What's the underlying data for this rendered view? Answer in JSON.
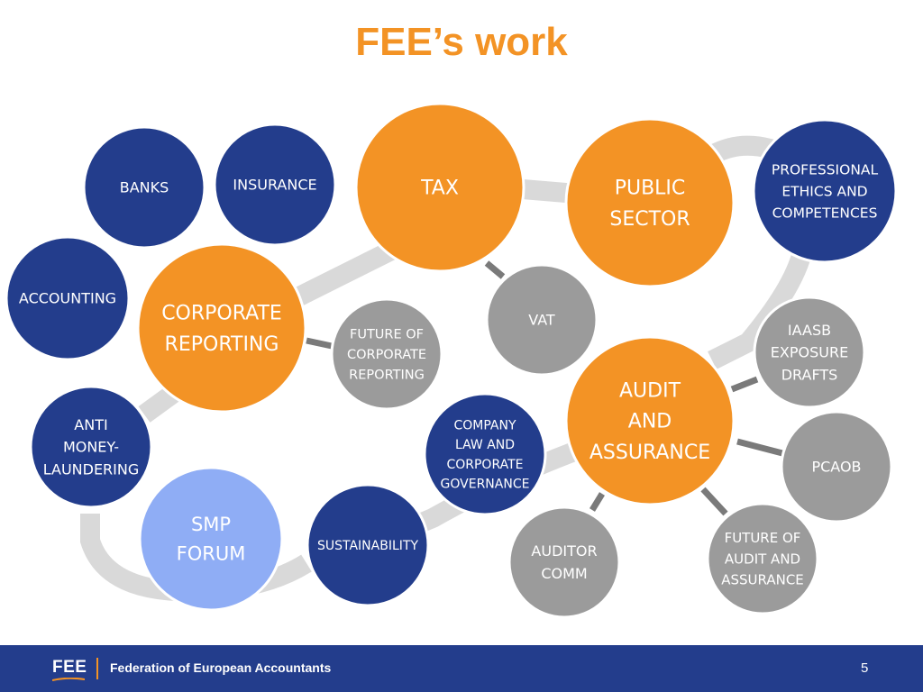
{
  "title": "FEE’s work",
  "colors": {
    "orange": "#f39325",
    "dark_blue": "#233d8c",
    "light_blue": "#8fadf5",
    "gray": "#9b9b9b",
    "connector": "#d9d9d9",
    "link": "#7a7a7a",
    "text_light": "#ffffff"
  },
  "nodes": [
    {
      "id": "banks",
      "lines": [
        "BANKS"
      ],
      "color": "dark_blue"
    },
    {
      "id": "insurance",
      "lines": [
        "INSURANCE"
      ],
      "color": "dark_blue"
    },
    {
      "id": "tax",
      "lines": [
        "TAX"
      ],
      "color": "orange"
    },
    {
      "id": "public-sector",
      "lines": [
        "PUBLIC",
        "SECTOR"
      ],
      "color": "orange"
    },
    {
      "id": "professional-ethics",
      "lines": [
        "PROFESSIONAL",
        "ETHICS AND",
        "COMPETENCES"
      ],
      "color": "dark_blue"
    },
    {
      "id": "accounting",
      "lines": [
        "ACCOUNTING"
      ],
      "color": "dark_blue"
    },
    {
      "id": "corporate-reporting",
      "lines": [
        "CORPORATE",
        "REPORTING"
      ],
      "color": "orange"
    },
    {
      "id": "future-corporate-reporting",
      "lines": [
        "FUTURE OF",
        "CORPORATE",
        "REPORTING"
      ],
      "color": "gray"
    },
    {
      "id": "vat",
      "lines": [
        "VAT"
      ],
      "color": "gray"
    },
    {
      "id": "iaasb",
      "lines": [
        "IAASB",
        "EXPOSURE",
        "DRAFTS"
      ],
      "color": "gray"
    },
    {
      "id": "anti-money-laundering",
      "lines": [
        "ANTI",
        "MONEY-",
        "LAUNDERING"
      ],
      "color": "dark_blue"
    },
    {
      "id": "company-law",
      "lines": [
        "COMPANY",
        "LAW AND",
        "CORPORATE",
        "GOVERNANCE"
      ],
      "color": "dark_blue"
    },
    {
      "id": "audit-assurance",
      "lines": [
        "AUDIT",
        "AND",
        "ASSURANCE"
      ],
      "color": "orange"
    },
    {
      "id": "pcaob",
      "lines": [
        "PCAOB"
      ],
      "color": "gray"
    },
    {
      "id": "smp-forum",
      "lines": [
        "SMP",
        "FORUM"
      ],
      "color": "light_blue"
    },
    {
      "id": "sustainability",
      "lines": [
        "SUSTAINABILITY"
      ],
      "color": "dark_blue"
    },
    {
      "id": "auditor-comm",
      "lines": [
        "AUDITOR",
        "COMM"
      ],
      "color": "gray"
    },
    {
      "id": "future-audit",
      "lines": [
        "FUTURE OF",
        "AUDIT AND",
        "ASSURANCE"
      ],
      "color": "gray"
    }
  ],
  "footer": {
    "logo_text": "FEE",
    "organization": "Federation of European Accountants",
    "page_number": "5"
  }
}
